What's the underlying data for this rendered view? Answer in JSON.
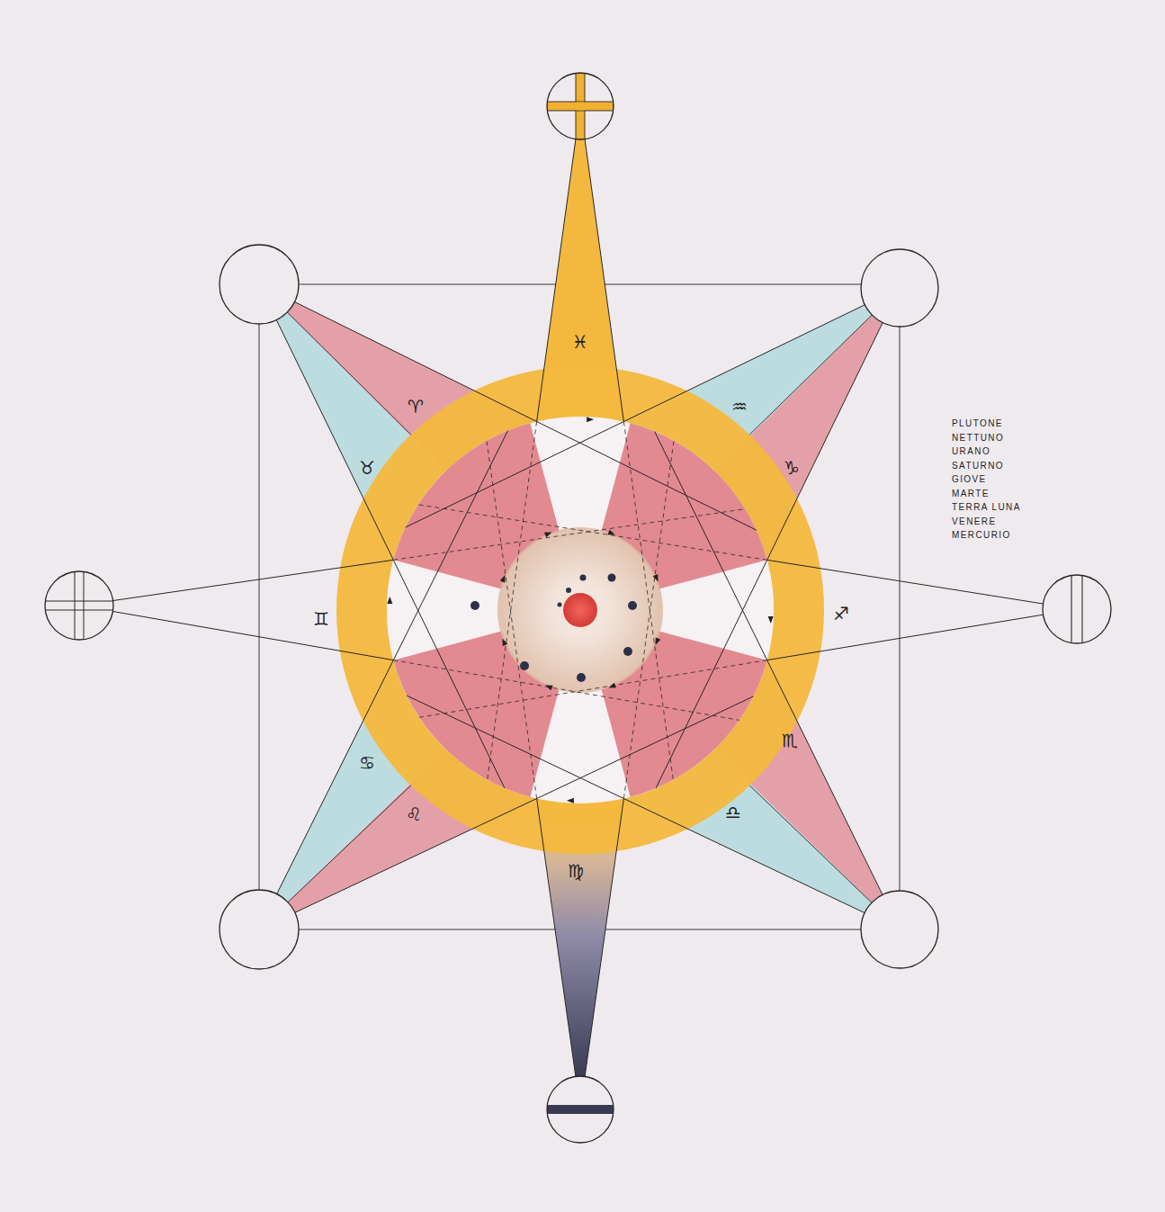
{
  "diagram": {
    "labels": [
      "♓",
      "♈",
      "♒",
      "♉",
      "♑",
      "♊",
      "♐",
      "♋",
      "♏",
      "♌",
      "♎",
      "♍",
      "PLUTONE",
      "NETTUNO",
      "URANO",
      "SATURNO",
      "GIOVE",
      "MARTE",
      "TERRA LUNA",
      "VENERE",
      "MERCURIO"
    ]
  }
}
